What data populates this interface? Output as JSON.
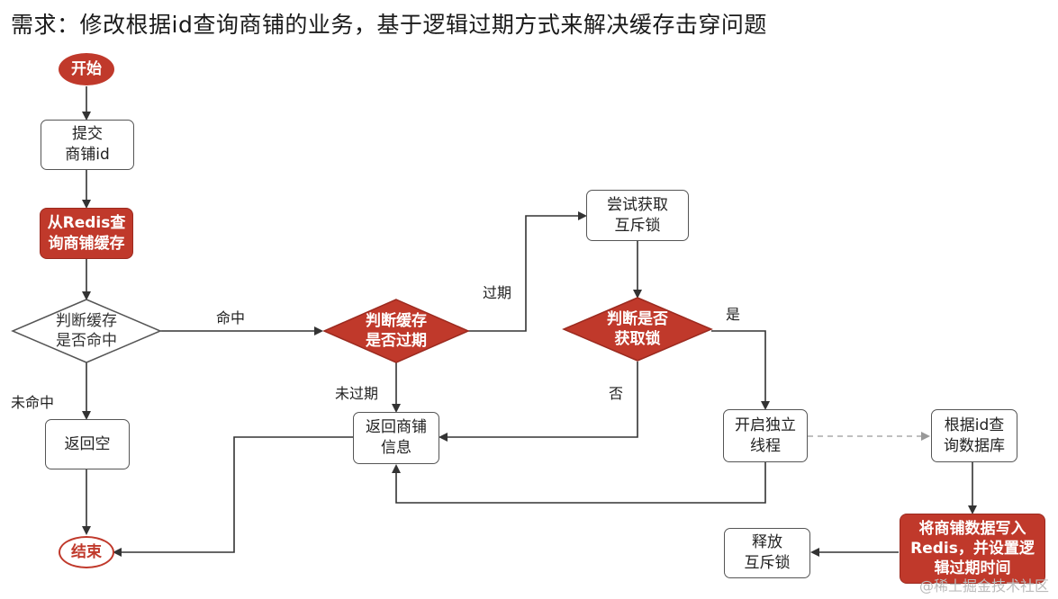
{
  "title": "需求：修改根据id查询商铺的业务，基于逻辑过期方式来解决缓存击穿问题",
  "nodes": {
    "start": "开始",
    "submit": [
      "提交",
      "商铺id"
    ],
    "query_redis": [
      "从Redis查",
      "询商铺缓存"
    ],
    "hit_cache": [
      "判断缓存",
      "是否命中"
    ],
    "return_empty": "返回空",
    "end": "结束",
    "expired": [
      "判断缓存",
      "是否过期"
    ],
    "return_info": [
      "返回商铺",
      "信息"
    ],
    "try_lock": [
      "尝试获取",
      "互斥锁"
    ],
    "got_lock": [
      "判断是否",
      "获取锁"
    ],
    "new_thread": [
      "开启独立",
      "线程"
    ],
    "query_db": [
      "根据id查",
      "询数据库"
    ],
    "write_redis": [
      "将商铺数据写入",
      "Redis，并设置逻",
      "辑过期时间"
    ],
    "release_lock": [
      "释放",
      "互斥锁"
    ]
  },
  "edge_labels": {
    "hit": "命中",
    "miss": "未命中",
    "expired": "过期",
    "not_expired": "未过期",
    "yes": "是",
    "no": "否"
  },
  "colors": {
    "accent": "#c0392b",
    "line": "#333333",
    "dashed": "#aaaaaa"
  },
  "watermark": "@稀土掘金技术社区"
}
